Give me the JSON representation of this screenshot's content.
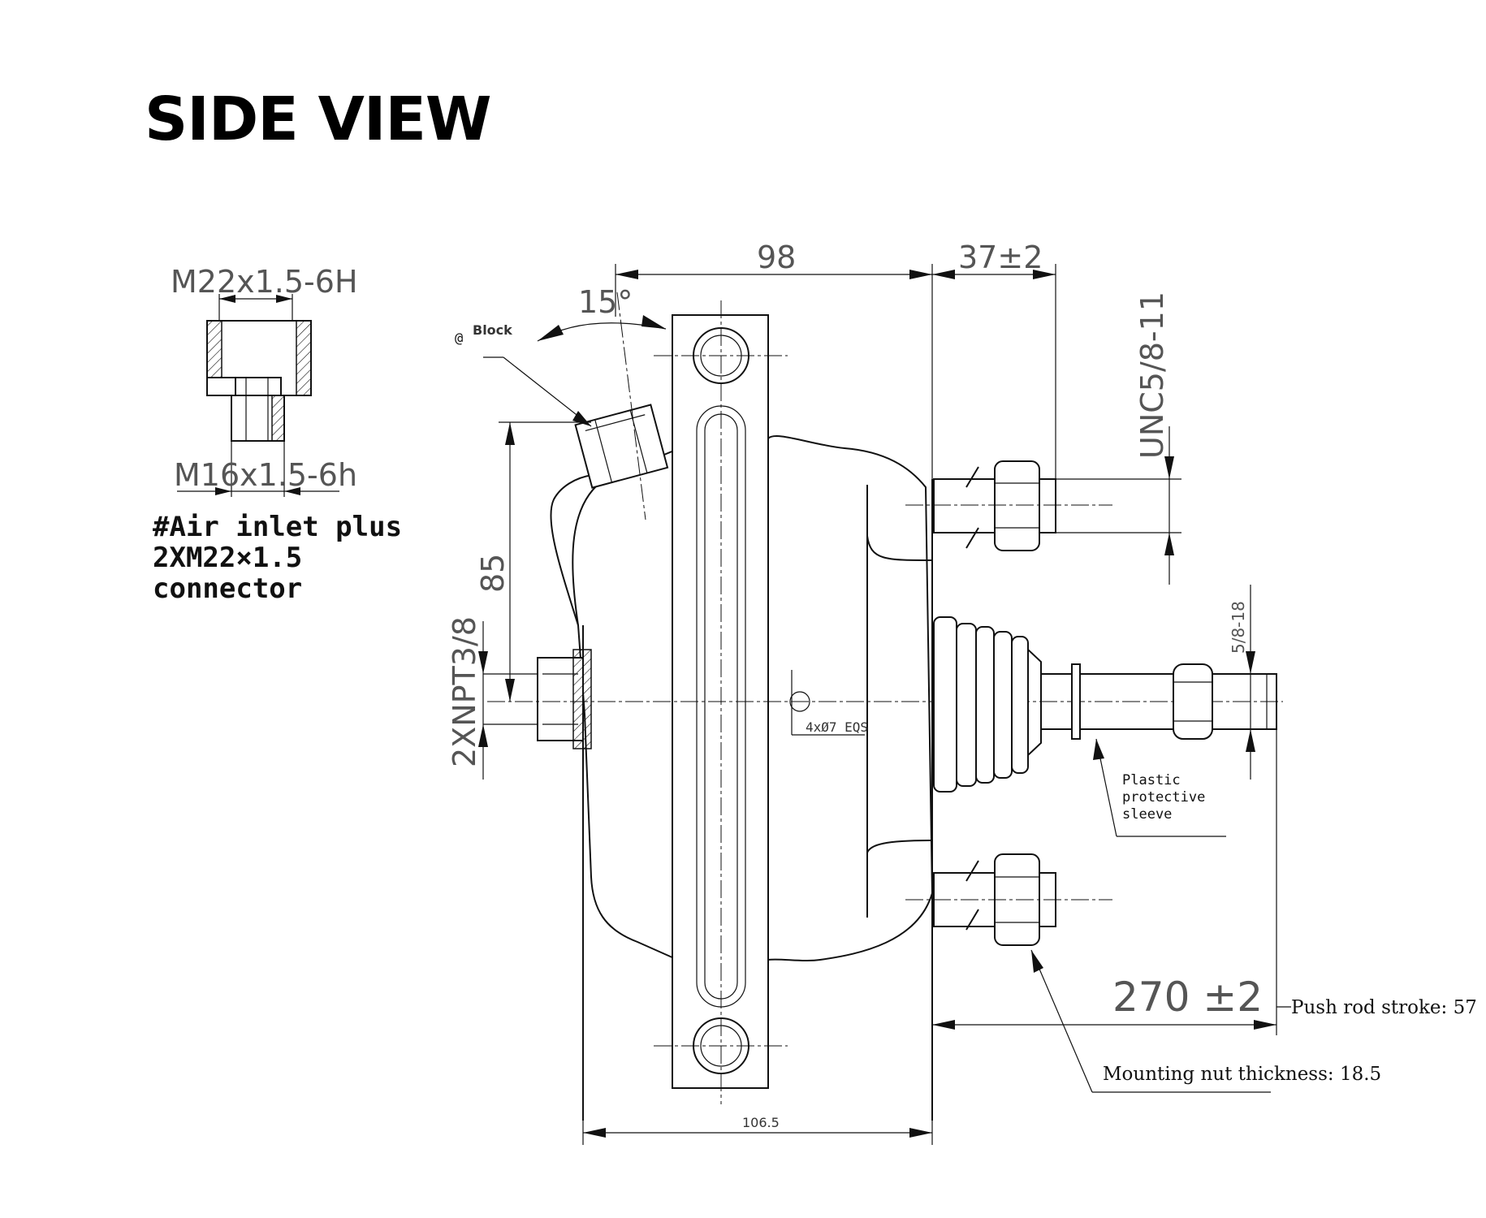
{
  "title": "SIDE VIEW",
  "labels": {
    "thread_top": "M22x1.5-6H",
    "thread_bottom": "M16x1.5-6h",
    "note_line1": "#Air inlet plus",
    "note_line2": "2XM22×1.5",
    "note_line3": "connector",
    "block": "Block",
    "dim_98": "98",
    "dim_37": "37±2",
    "angle_15": "15°",
    "dim_85": "85",
    "npt": "2XNPT3/8",
    "holes": "4xØ7 EQS",
    "unc": "UNC5/8-11",
    "thread_rod": "5/8-18",
    "sleeve_line1": "Plastic",
    "sleeve_line2": "protective",
    "sleeve_line3": "sleeve",
    "dim_270": "270 ±2",
    "stroke": "Push rod stroke: 57",
    "nut": "Mounting nut thickness: 18.5",
    "dim_1065": "106.5"
  }
}
